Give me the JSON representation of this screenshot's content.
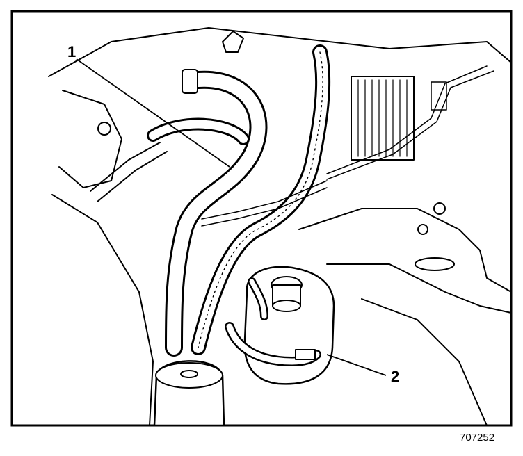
{
  "callouts": [
    {
      "id": "1",
      "label": "1"
    },
    {
      "id": "2",
      "label": "2"
    }
  ],
  "figure_id": "707252",
  "colors": {
    "ink": "#000000",
    "paper": "#ffffff"
  }
}
